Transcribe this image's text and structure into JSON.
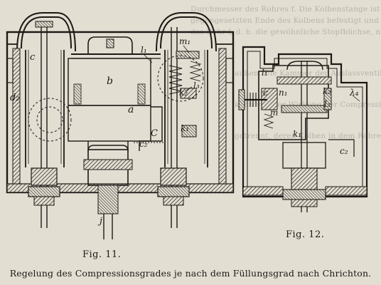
{
  "bleed_text": {
    "lines": [
      "Durchmesser des Rohres f. Die Kolbenstange ist mit",
      "gegengesetzten Ende des Kolbens befestigt und geht durch",
      "das Rohr f, d. h. die gewöhnliche Stopfbüchse, nach",
      "außen. Die Kammer der Auslassventile",
      "kann von der Wirkung der Compression",
      "getrennt, deren Kolben in dem Rohre"
    ]
  },
  "figure11": {
    "caption": "Fig. 11.",
    "labels": {
      "c": "c",
      "d2": "d₂",
      "b": "b",
      "a": "a",
      "l1": "l₁",
      "m1": "m₁",
      "l3": "l₃",
      "k2": "k₂",
      "k1": "k₁",
      "C": "C",
      "c2": "c₂",
      "j": "j"
    }
  },
  "figure12": {
    "caption": "Fig. 12.",
    "labels": {
      "l1": "l₁",
      "c": "c",
      "n1": "n₁",
      "k2": "k₂",
      "l3": "l₃",
      "m": "m",
      "k1": "k₁",
      "c2": "c₂",
      "lambda4": "λ₄"
    }
  },
  "main_caption": "Regelung des Compressionsgrades je nach dem Füllungsgrad nach Chrichton."
}
